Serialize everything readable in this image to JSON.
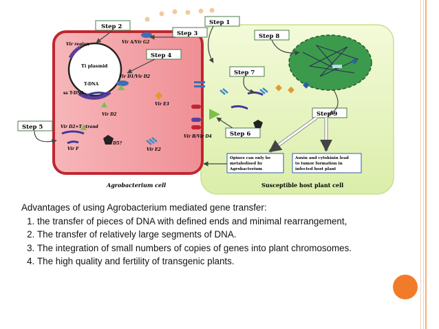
{
  "diagram": {
    "steps": [
      "Step 1",
      "Step 2",
      "Step 3",
      "Step 4",
      "Step 5",
      "Step 6",
      "Step 7",
      "Step 8",
      "Step 9"
    ],
    "labels": {
      "vir_region": "Vir region",
      "ti_plasmid": "Ti plasmid",
      "vir_a_g2": "Vir A/Vir G2",
      "vir_d1_d2": "Vir D1/Vir D2",
      "t_dna": "T-DNA",
      "ss_t_dna": "ss T-DNA",
      "vir_e3": "Vir E3",
      "vir_d2": "Vir D2",
      "vir_d2_t_strand": "Vir D2+T strand",
      "vir_d5": "Vir D5?",
      "vir_f": "Vir F",
      "vir_e2": "Vir E2",
      "vir_b_d4": "Vir B/Vir D4",
      "agrobacterium_cell": "Agrobacterium cell",
      "host_cell": "Susceptible host plant cell"
    },
    "box_opines": [
      "Opines can only be",
      "metabolised by",
      "Agrobacterium"
    ],
    "box_auxin": [
      "Auxin and cytokinin lead",
      "to tumor formation in",
      "infected host plant"
    ]
  },
  "advantages": {
    "heading": "Advantages of using Agrobacterium mediated gene transfer:",
    "items": [
      "the transfer of pieces of DNA with defined ends and minimal rearrangement,",
      "The transfer of relatively large segments of DNA.",
      "The integration of small numbers of copies of genes into plant chromosomes.",
      "The high quality and fertility of transgenic plants."
    ]
  },
  "colors": {
    "accent": "#f27b2a",
    "bacterium_fill": "#f5a6aa",
    "host_fill": "#e8f4c8",
    "nucleus_fill": "#3c9a4c"
  }
}
